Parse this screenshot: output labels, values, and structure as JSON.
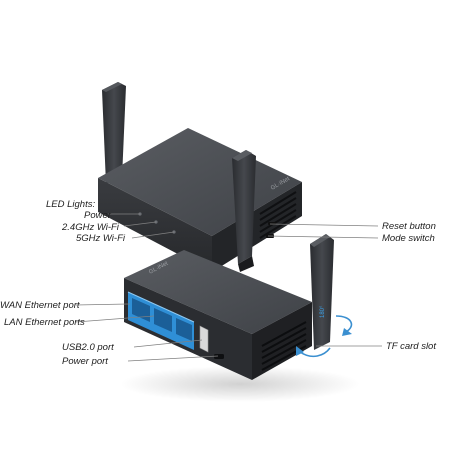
{
  "product": {
    "brand_mark": "GL·iNet",
    "antenna_angle_mark": "180°"
  },
  "labels": {
    "led_lights": "LED Lights:",
    "power": "Power",
    "wifi_24": "2.4GHz Wi-Fi",
    "wifi_5": "5GHz Wi-Fi",
    "reset_button": "Reset button",
    "mode_switch": "Mode switch",
    "wan_port": "WAN Ethernet port",
    "lan_ports": "LAN Ethernet ports",
    "usb_port": "USB2.0 port",
    "power_port": "Power port",
    "tf_slot": "TF card slot"
  },
  "colors": {
    "body_top": "#4a4d52",
    "body_side": "#2f3135",
    "body_dark": "#1d1e21",
    "ethernet_blue": "#2f8fd6",
    "rotation_arrow": "#3a8fd0",
    "leader_line": "#808080"
  }
}
